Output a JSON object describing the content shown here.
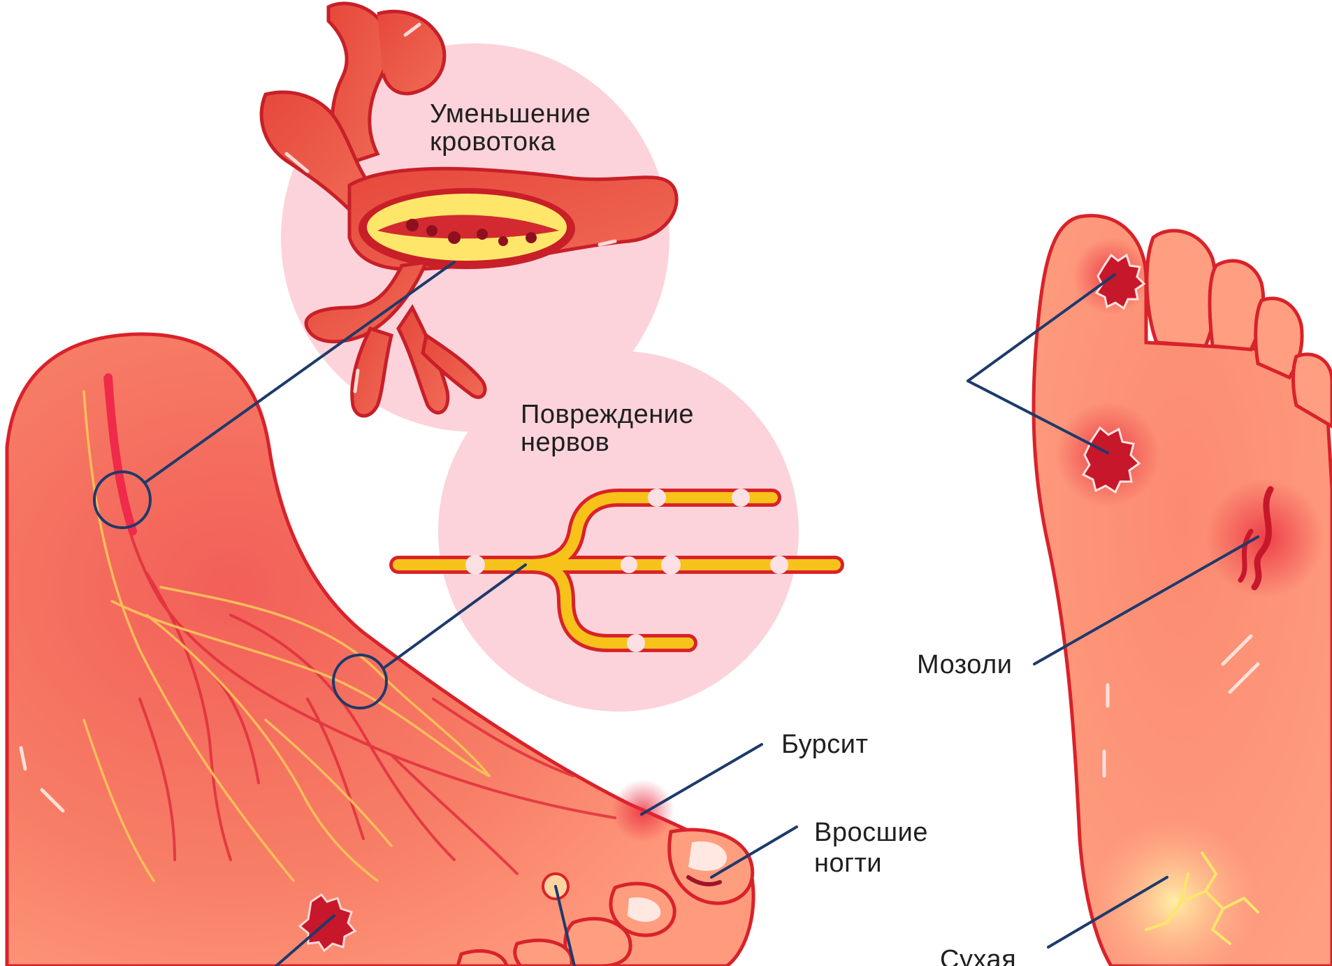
{
  "labels": {
    "blood_flow_line1": "Уменьшение",
    "blood_flow_line2": "кровотока",
    "nerve_damage_line1": "Повреждение",
    "nerve_damage_line2": "нервов",
    "calluses": "Мозоли",
    "bursitis": "Бурсит",
    "ingrown_line1": "Вросшие",
    "ingrown_line2": "ногти",
    "dry_skin_partial": "Сухая"
  },
  "colors": {
    "background": "#ffffff",
    "bubble": "#fcd3da",
    "skin": "#f56d5a",
    "skin_light": "#ff9a7d",
    "outline": "#d9222a",
    "vessel": "#e1463e",
    "nerve": "#f7c21a",
    "plaque": "#fde66a",
    "wound": "#c7172b",
    "leader": "#1d3a6b"
  },
  "icons": [
    "foot-side-illustration",
    "foot-sole-illustration",
    "blood-vessel-illustration",
    "nerve-illustration"
  ]
}
